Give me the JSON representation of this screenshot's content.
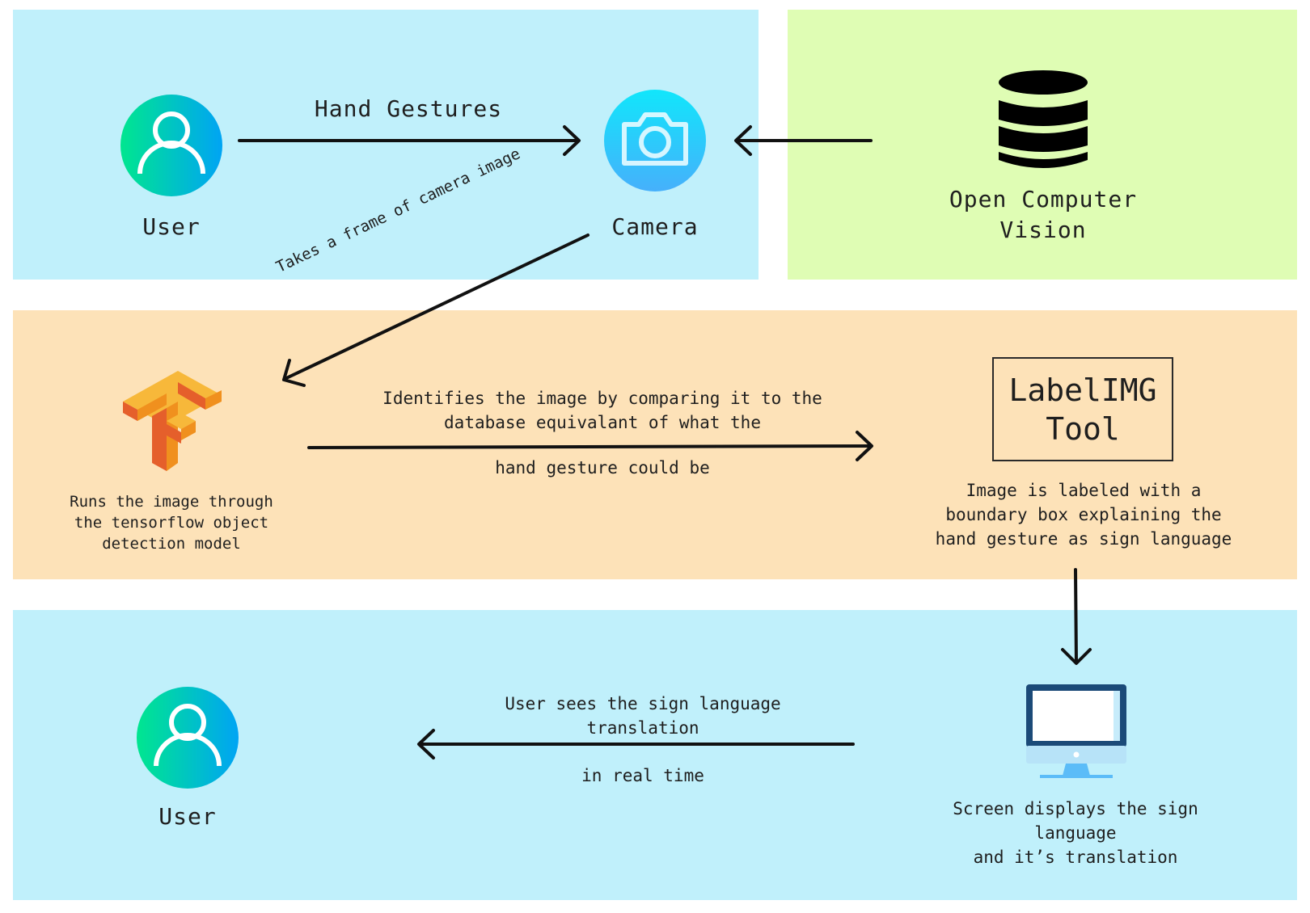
{
  "diagram": {
    "title": "Sign language detection flow",
    "colors": {
      "blue_panel": "#c0f0fb",
      "green_panel": "#dffdb4",
      "orange_panel": "#fde2b8",
      "arrow": "#111111",
      "user_gradient_start": "#00e68f",
      "user_gradient_end": "#00a4f4",
      "camera_gradient_start": "#11e6fb",
      "camera_gradient_end": "#46b0fb",
      "tf_light": "#f7b83a",
      "tf_mid": "#f0901e",
      "tf_dark": "#e55f2b",
      "monitor_frame": "#1b4a78",
      "monitor_stand": "#5bbcf8"
    },
    "nodes": {
      "user_top": {
        "label": "User",
        "icon": "user-icon"
      },
      "camera": {
        "label": "Camera",
        "icon": "camera-icon"
      },
      "opencv": {
        "label": "Open Computer\nVision",
        "icon": "database-icon"
      },
      "tensorflow": {
        "caption": "Runs the image through\nthe tensorflow object\ndetection model",
        "icon": "tensorflow-logo-icon"
      },
      "labelimg": {
        "title": "LabelIMG\nTool",
        "caption": "Image is labeled with a\nboundary box explaining the\nhand gesture as sign language"
      },
      "screen": {
        "caption": "Screen displays the sign\nlanguage\nand it’s translation",
        "icon": "monitor-icon"
      },
      "user_bottom": {
        "label": "User",
        "icon": "user-icon"
      }
    },
    "edges": {
      "user_to_camera": {
        "label": "Hand Gestures"
      },
      "opencv_to_camera": {
        "label": ""
      },
      "camera_to_tensorflow": {
        "label": "Takes a frame of camera image"
      },
      "tensorflow_to_labelimg": {
        "label_top": "Identifies the image by comparing it to the\ndatabase equivalant of what the",
        "label_bottom": "hand gesture could be"
      },
      "labelimg_to_screen": {
        "label": ""
      },
      "screen_to_user": {
        "label_top": "User sees the sign language\ntranslation",
        "label_bottom": "in real time"
      }
    }
  }
}
